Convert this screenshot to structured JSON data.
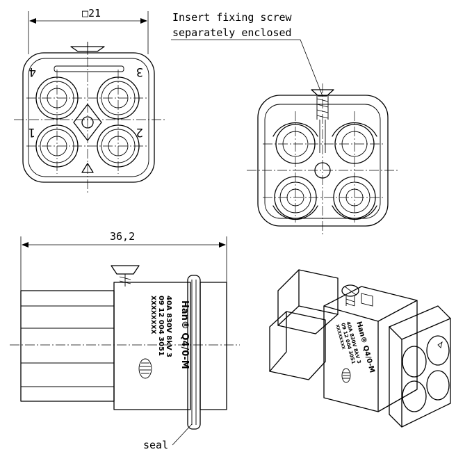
{
  "dimensions": {
    "top_width": "□21",
    "length": "36,2"
  },
  "callouts": {
    "screw_line1": "Insert fixing screw",
    "screw_line2": "separately enclosed",
    "seal": "seal"
  },
  "contact_numbers": [
    "4",
    "3",
    "1",
    "2"
  ],
  "marking": {
    "product": "Han® Q4/0-M",
    "rating": "40A 830V 8kV 3",
    "part_number": "09 12 004 3051",
    "serial": "XXXXXXXX"
  }
}
